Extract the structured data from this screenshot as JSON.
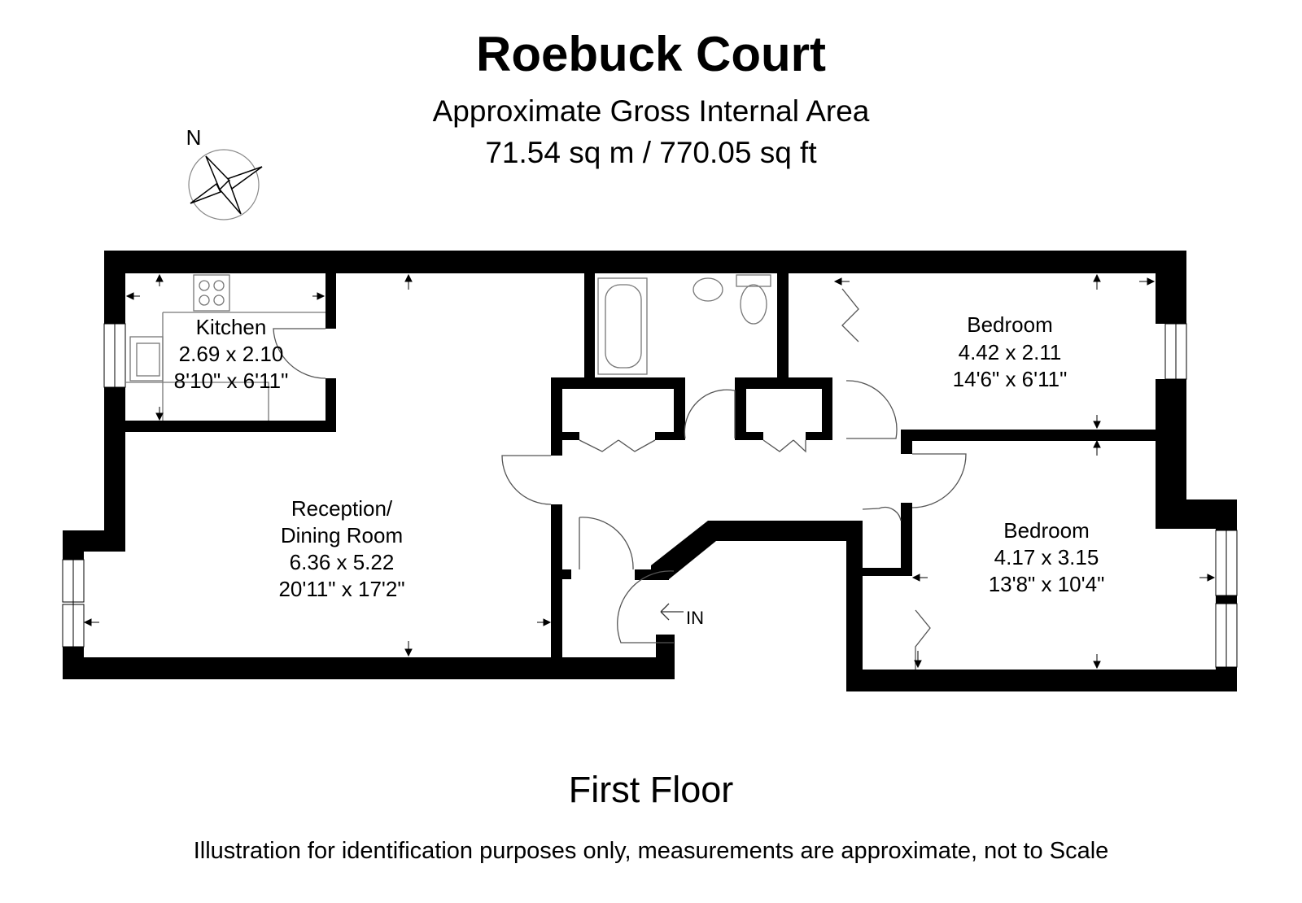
{
  "header": {
    "title": "Roebuck Court",
    "subtitle": "Approximate Gross Internal Area",
    "area": "71.54 sq m / 770.05 sq ft"
  },
  "compass": {
    "label": "N"
  },
  "rooms": {
    "kitchen": {
      "name": "Kitchen",
      "metric": "2.69 x 2.10",
      "imperial": "8'10\" x 6'11\""
    },
    "reception": {
      "name_line1": "Reception/",
      "name_line2": "Dining Room",
      "metric": "6.36 x 5.22",
      "imperial": "20'11\" x 17'2\""
    },
    "bedroom1": {
      "name": "Bedroom",
      "metric": "4.42 x 2.11",
      "imperial": "14'6\" x 6'11\""
    },
    "bedroom2": {
      "name": "Bedroom",
      "metric": "4.17 x 3.15",
      "imperial": "13'8\" x 10'4\""
    }
  },
  "entrance": {
    "label": "IN"
  },
  "footer": {
    "floor": "First Floor",
    "disclaimer": "Illustration for identification purposes only, measurements are approximate, not to Scale"
  },
  "colors": {
    "wall": "#000000",
    "background": "#ffffff",
    "fixture_stroke": "#777777"
  }
}
